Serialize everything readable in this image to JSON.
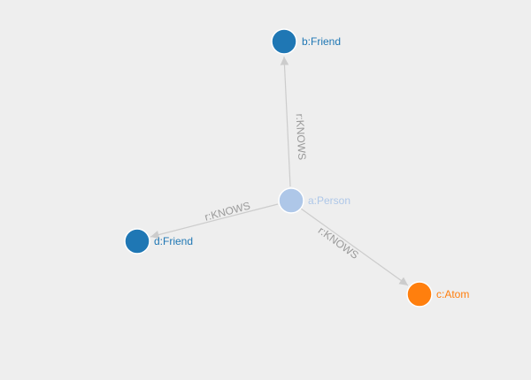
{
  "graph": {
    "nodes": [
      {
        "id": "a",
        "label": "a:Person",
        "color": "#aec7e8",
        "text_color": "#aec7e8"
      },
      {
        "id": "b",
        "label": "b:Friend",
        "color": "#1f77b4",
        "text_color": "#1f77b4"
      },
      {
        "id": "c",
        "label": "c:Atom",
        "color": "#ff7f0e",
        "text_color": "#ff7f0e"
      },
      {
        "id": "d",
        "label": "d:Friend",
        "color": "#1f77b4",
        "text_color": "#1f77b4"
      }
    ],
    "edges": [
      {
        "source": "a",
        "target": "b",
        "label": "r:KNOWS"
      },
      {
        "source": "a",
        "target": "c",
        "label": "r:KNOWS"
      },
      {
        "source": "a",
        "target": "d",
        "label": "r:KNOWS"
      }
    ],
    "edge_color": "#cccccc",
    "edge_label_color": "#999999"
  }
}
